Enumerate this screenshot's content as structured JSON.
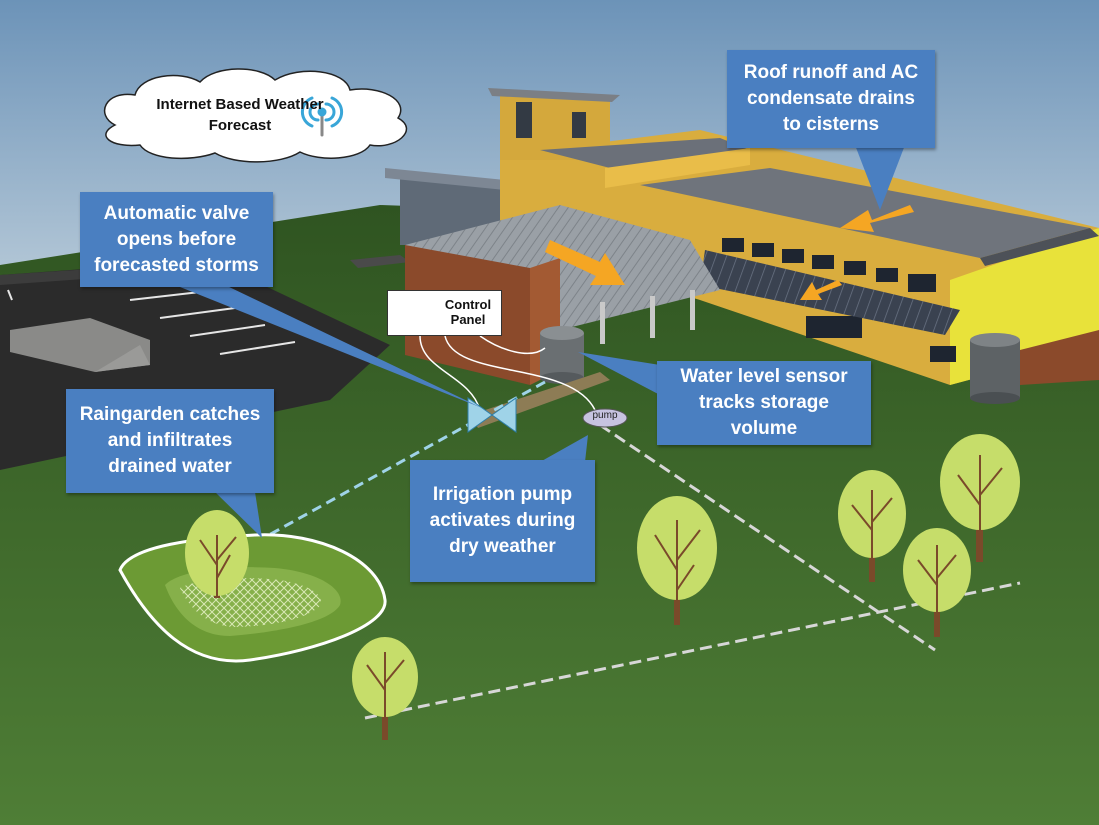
{
  "weather_cloud": {
    "label": "Internet Based Weather Forecast"
  },
  "control_panel": {
    "label": "Control Panel"
  },
  "pump": {
    "label": "pump"
  },
  "callouts": {
    "roof_runoff": "Roof runoff and AC condensate drains to cisterns",
    "automatic_valve": "Automatic valve opens before forecasted storms",
    "water_level": "Water level sensor tracks storage volume",
    "raingarden": "Raingarden catches and infiltrates drained water",
    "irrigation_pump": "Irrigation pump activates during dry weather"
  },
  "colors": {
    "callout_blue": "#4a7fc1",
    "sky": "#7fa3c4",
    "grass": "#3f6a2c",
    "building_yellow": "#e2b94a",
    "arrow_orange": "#f5a623",
    "tree_canopy": "#c6dd6a"
  }
}
